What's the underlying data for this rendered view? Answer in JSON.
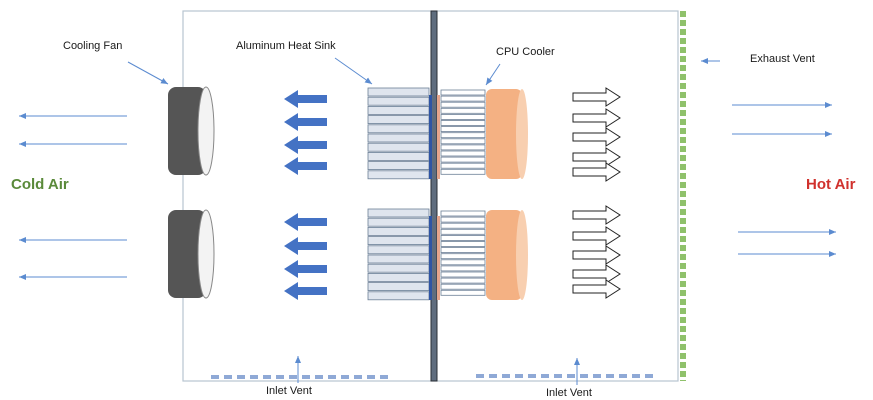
{
  "labels": {
    "cooling_fan": "Cooling Fan",
    "heat_sink": "Aluminum Heat Sink",
    "cpu_cooler": "CPU Cooler",
    "exhaust_vent": "Exhaust Vent",
    "inlet_vent_left": "Inlet Vent",
    "inlet_vent_right": "Inlet Vent",
    "cold_air": "Cold Air",
    "hot_air": "Hot Air"
  },
  "colors": {
    "cold_air": "#5a8a3a",
    "hot_air": "#d0312d",
    "flow_arrow_blue": "#4472c4",
    "thin_arrow": "#5b8bd0",
    "fan": "#555555",
    "cpu_cooler_body": "#f4b183",
    "exhaust_vent": "#8fc16b",
    "inlet_vent": "#8fa9d6",
    "heat_sink": "#dfe5ee",
    "divider": "#5f6d7e"
  }
}
